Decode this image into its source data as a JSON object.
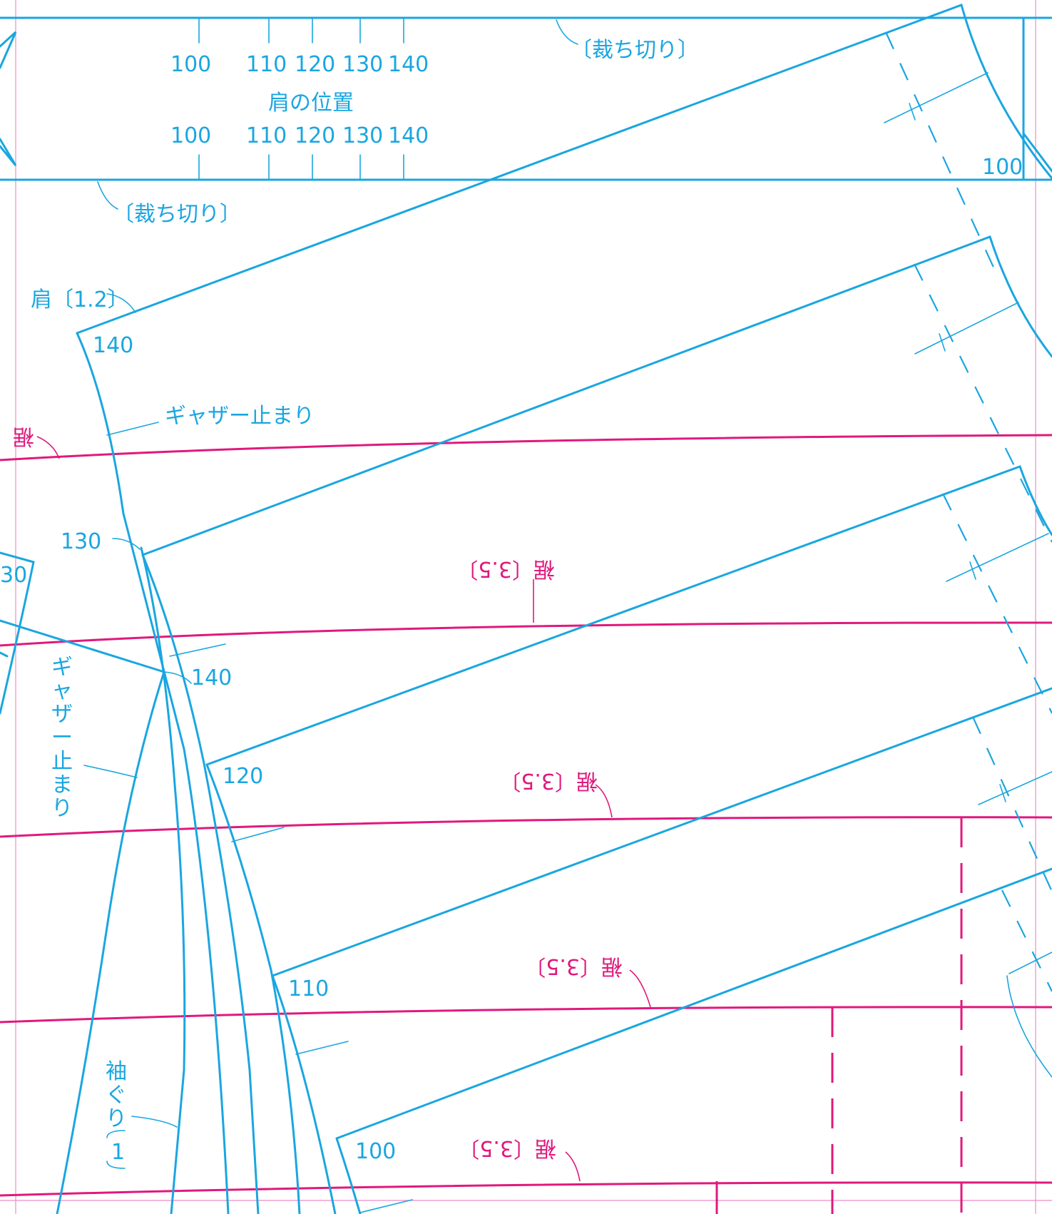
{
  "colors": {
    "pattern": "#1aa6e0",
    "hem": "#e0197d",
    "guide": "#f08cc4"
  },
  "cut_label": "〔裁ち切り〕",
  "shoulder_position": {
    "title": "肩の位置",
    "sizes_top": [
      "100",
      "110",
      "120",
      "130",
      "140"
    ],
    "sizes_bottom": [
      "100",
      "110",
      "120",
      "130",
      "140"
    ],
    "right_size": "100"
  },
  "labels": {
    "shoulder": "肩〔1.2〕",
    "gather_stop": "ギャザー止まり",
    "gather_stop_vertical": [
      "ギ",
      "ャ",
      "ザ",
      "ー",
      "止",
      "ま",
      "り"
    ],
    "armhole_vertical": [
      "袖",
      "ぐ",
      "り"
    ],
    "armhole_allowance": "1",
    "hem": "裾〔3.5〕",
    "hem_partial": "裾〔3",
    "cut_size_partial": "30"
  },
  "panel_sizes": [
    "140",
    "130",
    "120",
    "110",
    "100"
  ],
  "left_size": "140"
}
